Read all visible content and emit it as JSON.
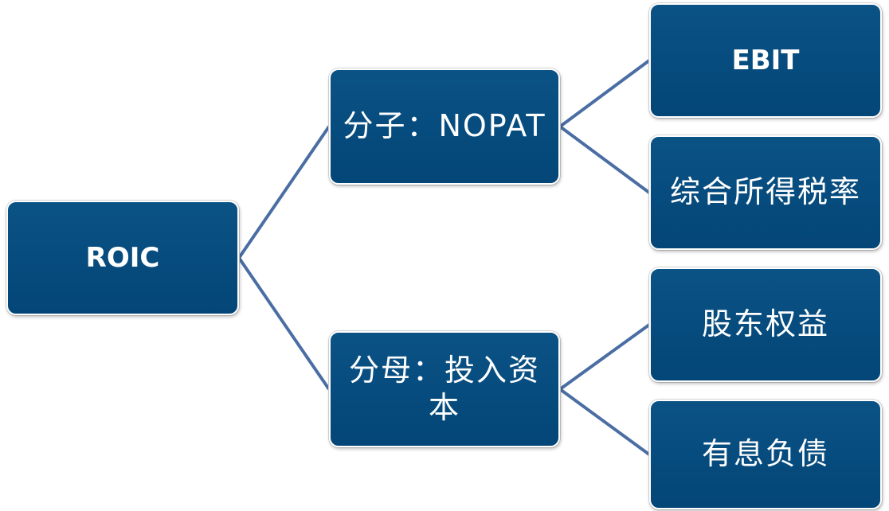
{
  "diagram": {
    "root": {
      "label": "ROIC"
    },
    "numerator": {
      "label": "分子：NOPAT"
    },
    "denominator": {
      "label": "分母：投入资本"
    },
    "leaves": {
      "ebit": "EBIT",
      "tax_rate": "综合所得税率",
      "equity": "股东权益",
      "debt": "有息负债"
    },
    "colors": {
      "box_fill": "#034677",
      "connector": "#4a6ea3",
      "border": "#ffffff"
    }
  }
}
